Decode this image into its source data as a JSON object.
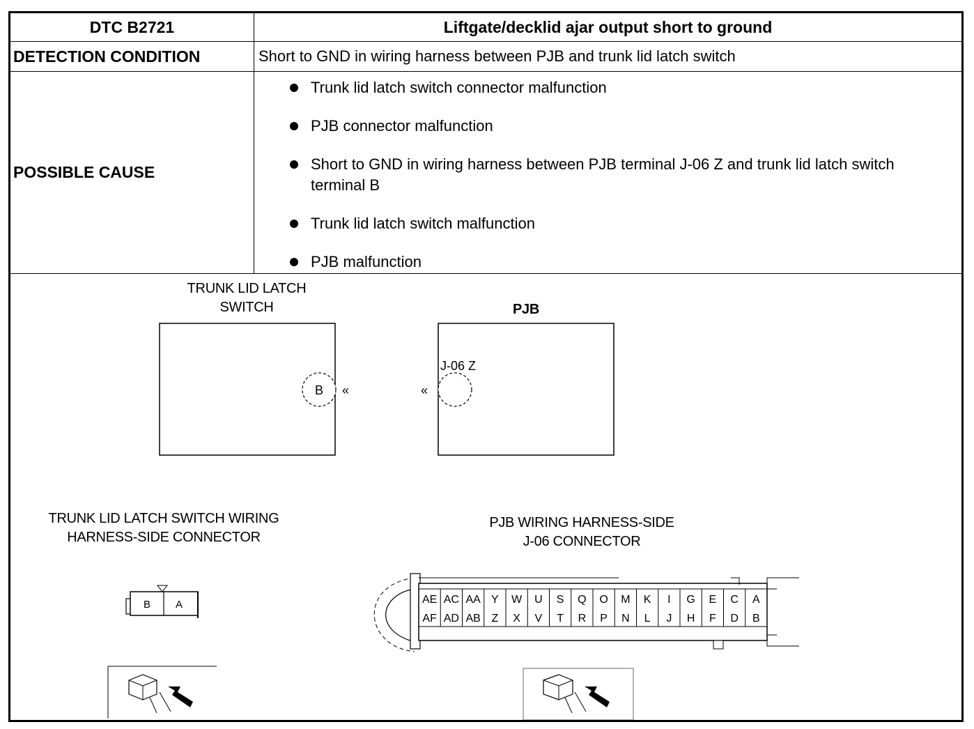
{
  "table": {
    "header": {
      "dtc": "DTC B2721",
      "title": "Liftgate/decklid ajar output short to ground"
    },
    "detection": {
      "label": "DETECTION CONDITION",
      "text": "Short to GND in wiring harness between PJB and trunk lid latch switch"
    },
    "possible_cause": {
      "label": "POSSIBLE CAUSE",
      "items": [
        "Trunk lid latch switch connector malfunction",
        "PJB connector malfunction",
        "Short to GND in wiring harness between PJB terminal J-06 Z and trunk lid latch switch terminal B",
        "Trunk lid latch switch malfunction",
        "PJB malfunction"
      ]
    }
  },
  "diagram": {
    "switch_label_line1": "TRUNK LID LATCH",
    "switch_label_line2": "SWITCH",
    "switch_terminal": "B",
    "pjb_label": "PJB",
    "pjb_terminal": "J-06 Z",
    "connector_mark": "«",
    "switch_conn_label_line1": "TRUNK LID LATCH SWITCH WIRING",
    "switch_conn_label_line2": "HARNESS-SIDE CONNECTOR",
    "switch_conn_pins": [
      "B",
      "A"
    ],
    "pjb_conn_label_line1": "PJB WIRING HARNESS-SIDE",
    "pjb_conn_label_line2": "J-06 CONNECTOR",
    "pjb_top_row": [
      "AE",
      "AC",
      "AA",
      "Y",
      "W",
      "U",
      "S",
      "Q",
      "O",
      "M",
      "K",
      "I",
      "G",
      "E",
      "C",
      "A"
    ],
    "pjb_bottom_row": [
      "AF",
      "AD",
      "AB",
      "Z",
      "X",
      "V",
      "T",
      "R",
      "P",
      "N",
      "L",
      "J",
      "H",
      "F",
      "D",
      "B"
    ]
  }
}
